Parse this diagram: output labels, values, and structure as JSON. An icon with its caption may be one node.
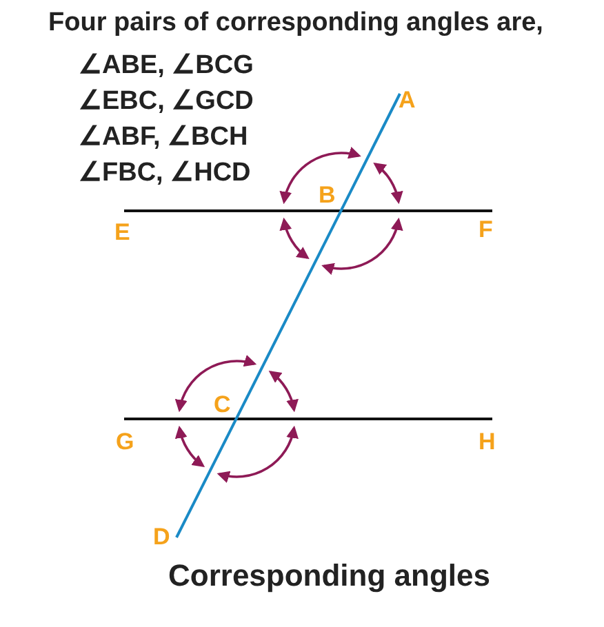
{
  "diagram": {
    "title": "Four pairs of corresponding angles are,",
    "caption": "Corresponding angles",
    "labels": [
      "∠ABE, ∠BCG",
      "∠EBC, ∠GCD",
      "∠ABF, ∠BCH",
      "∠FBC, ∠HCD",
      "A",
      "B",
      "E",
      "F",
      "C",
      "G",
      "H",
      "D"
    ]
  }
}
